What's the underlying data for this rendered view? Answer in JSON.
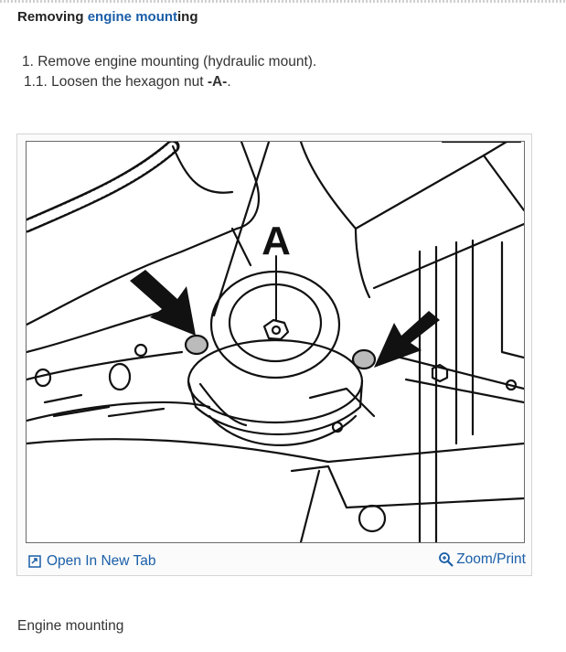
{
  "heading": {
    "prefix": "Removing ",
    "link": "engine mount",
    "suffix": "ing"
  },
  "steps": [
    {
      "text": "1. Remove engine mounting (hydraulic mount)."
    },
    {
      "text": "1.1. Loosen the hexagon nut ",
      "label": "-A-",
      "end": "."
    }
  ],
  "figure": {
    "callout": "A",
    "open_new_tab": "Open In New Tab",
    "zoom_print": "Zoom/Print"
  },
  "caption": "Engine mounting",
  "colors": {
    "link": "#1a5ea8",
    "text": "#333333"
  },
  "icons": {
    "open_tab": "open-tab-icon",
    "zoom": "magnifier-icon"
  }
}
